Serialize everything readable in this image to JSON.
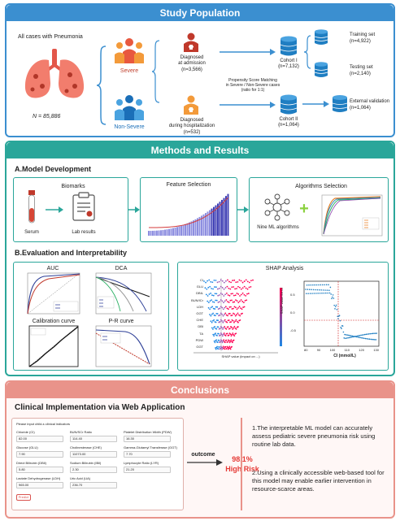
{
  "study_population": {
    "banner": "Study Population",
    "all_cases": "All cases with Pneumonia",
    "n_total": "N = 85,886",
    "severe": "Severe",
    "non_severe": "Non-Severe",
    "diag_admission": "Diagnosed\nat admission",
    "n_admission": "(n=3,566)",
    "diag_hospital": "Diagnosed\nduring hospitalization",
    "n_hospital": "(n=532)",
    "psm_text": "Propensity Score Matching\nin Severe / Non-Severe cases\n(ratio for 1:1)",
    "cohort1": "Cohort I",
    "cohort1_n": "(n=7,132)",
    "cohort2": "Cohort II",
    "cohort2_n": "(n=1,064)",
    "training": "Training set",
    "training_n": "(n=4,922)",
    "testing": "Testing set",
    "testing_n": "(n=2,140)",
    "external": "External validation",
    "external_n": "(n=1,064)"
  },
  "methods": {
    "banner": "Methods and Results",
    "model_dev": "A.Model Development",
    "biomarks": "Biomarks",
    "serum": "Serum",
    "lab_results": "Lab results",
    "feature_selection": "Feature Selection",
    "algorithms_selection": "Algorithms Selection",
    "nine_ml": "Nine ML algorithms",
    "eval": "B.Evaluation and Interpretability",
    "auc": "AUC",
    "dca": "DCA",
    "calibration": "Calibration curve",
    "pr": "P-R curve",
    "shap": "SHAP Analysis",
    "shap_features": [
      "CI",
      "GLU",
      "DBIL",
      "BUN/ICr",
      "LDH",
      "GGT",
      "CHE",
      "DBI",
      "TA",
      "PDW",
      "GGT"
    ],
    "shap_xlabel": "SHAP value (impact on ...)",
    "dep_ylabel": "SHAP value for CI",
    "dep_xlabel": "CI (mmol/L)",
    "dep_xticks": [
      "80",
      "90",
      "100",
      "110",
      "120",
      "130"
    ],
    "dep_yticks": [
      "0.5",
      "0.0",
      "-0.5"
    ]
  },
  "conclusions": {
    "banner": "Conclusions",
    "subtitle": "Clinical Implementation via Web Application",
    "form_title": "Please input child-s clinical indicators",
    "fields": [
      {
        "label": "Chloride (CI)",
        "value": "82.00"
      },
      {
        "label": "BUN/SCr Ratio",
        "value": "114.40"
      },
      {
        "label": "Platelet Distribution Width (PDW)",
        "value": "16.30"
      },
      {
        "label": "Glucose (GLU)",
        "value": "7.90"
      },
      {
        "label": "Cholinesterase (CHE)",
        "value": "11073.00"
      },
      {
        "label": "Gamma-Glutamyl Transferase (GGT)",
        "value": "7.70"
      },
      {
        "label": "Direct Bilirubin (DBil)",
        "value": "5.80"
      },
      {
        "label": "Sodium Bilirubin (IBil)",
        "value": "2.30"
      },
      {
        "label": "Lymphocyte Ratio (LYR)",
        "value": "21.20"
      },
      {
        "label": "Lactate Dehydrogenase (LDH)",
        "value": "965.00"
      },
      {
        "label": "Uric Acid (UA)",
        "value": "236.70"
      }
    ],
    "predict_button": "Predict",
    "outcome_label": "outcome",
    "risk_pct": "98.1%",
    "risk_label": "High Risk",
    "point1": "1.The interpretable ML model can accurately assess pediatric severe pneumonia risk using routine lab data.",
    "point2": "2.Using a clinically accessible web-based tool for this model may enable earlier intervention in resource-scarce areas."
  }
}
